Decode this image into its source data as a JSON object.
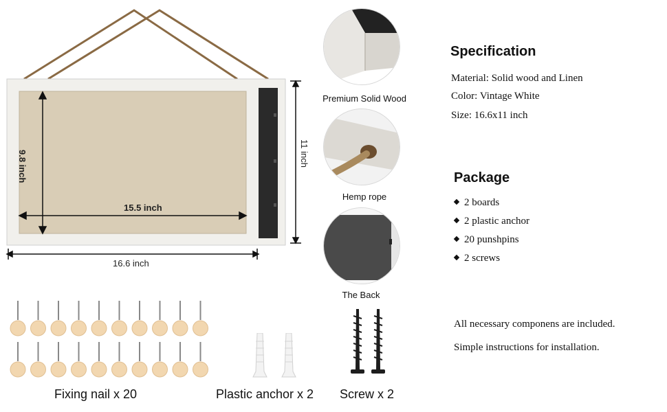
{
  "board": {
    "height_label": "9.8 inch",
    "width_label": "15.5 inch",
    "outer_height_label": "11 inch",
    "outer_width_label": "16.6 inch"
  },
  "details": [
    {
      "caption": "Premium Solid Wood",
      "icon": "wood-corner-detail"
    },
    {
      "caption": "Hemp rope",
      "icon": "hemp-rope-detail"
    },
    {
      "caption": "The Back",
      "icon": "board-back-detail"
    }
  ],
  "specification": {
    "title": "Specification",
    "material": "Material: Solid wood and Linen",
    "color": "Color: Vintage White",
    "size": "Size: 16.6x11 inch"
  },
  "package": {
    "title": "Package",
    "items": [
      "2 boards",
      "2 plastic anchor",
      "20 punshpins",
      "2 screws"
    ]
  },
  "notes": {
    "line1": "All necessary componens are included.",
    "line2": "Simple instructions for installation."
  },
  "accessories": {
    "pins_label": "Fixing nail x 20",
    "anchor_label": "Plastic anchor x 2",
    "screw_label": "Screw x 2",
    "pin_count": 20
  },
  "colors": {
    "frame": "#f1f0ec",
    "linen": "#d9cdb6",
    "chalk": "#2a2a2a",
    "rope": "#8a6a44",
    "pin_head": "#f2d7b0"
  }
}
